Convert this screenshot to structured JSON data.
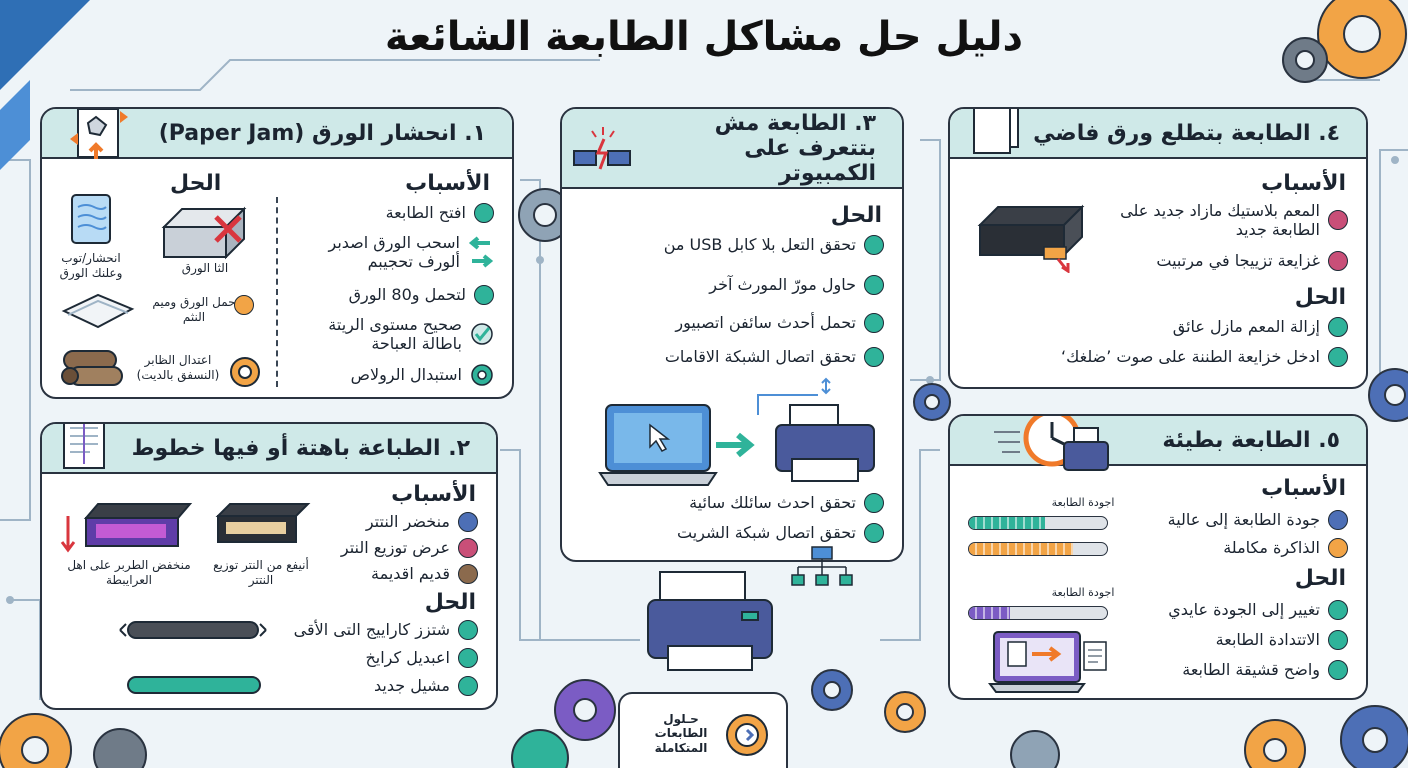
{
  "title": "دليل حل مشاكل الطابعة الشائعة",
  "labels": {
    "causes": "الأسباب",
    "solution": "الحل"
  },
  "panel1": {
    "title": "١. انحشار الورق (Paper Jam)",
    "causes": [
      {
        "text": "افتح الطابعة",
        "icon": "teal-dot"
      },
      {
        "text": "اسحب الورق اصدبر ألورف تحجيبم",
        "icon": "arrows-icon"
      },
      {
        "text": "لتحمل و80 الورق",
        "icon": "teal-dot"
      },
      {
        "text": "صحيح مستوى الريتة باطالة العباحة",
        "icon": "check-icon"
      },
      {
        "text": "استبدال الرولاص",
        "icon": "gear-icon"
      }
    ],
    "solution_items": [
      {
        "caption": "الثا الورق"
      },
      {
        "caption": "حمل الورق وميم النثم"
      },
      {
        "caption": "اعتدال الظابر (النسفق بالديت)"
      }
    ],
    "left_captions": [
      "انحشار/توب وعلنك الورق"
    ]
  },
  "panel2": {
    "title": "٢. الطباعة باهتة أو فيها خطوط",
    "causes": [
      {
        "text": "منخضر النتتر",
        "color": "blue"
      },
      {
        "text": "عرض توزيع النتر",
        "color": "pink"
      },
      {
        "text": "قديم اقديمة",
        "color": "brown"
      }
    ],
    "solution": [
      {
        "text": "شتزز كاراييج التى الأقى"
      },
      {
        "text": "اعبديل كرايخ"
      },
      {
        "text": "مشيل جديد"
      }
    ],
    "captions": [
      "منخفض الطربر على اهل العرايبطة",
      "أنيفع من النتر توزيع النتتر"
    ]
  },
  "panel3": {
    "title": "٣. الطابعة مش بتتعرف على الكمبيوتر",
    "solution": [
      {
        "text": "تحقق التعل بلا كابل USB من"
      },
      {
        "text": "حاول مورّ المورث آخر"
      },
      {
        "text": "تحمل أحدث سائفن اتصبيور"
      },
      {
        "text": "تحقق اتصال الشبكة الاقامات"
      }
    ],
    "solution2": [
      {
        "text": "تحقق احدث سائلك سائية"
      },
      {
        "text": "تحقق اتصال شبكة الشريت"
      }
    ]
  },
  "panel4": {
    "title": "٤. الطابعة بتطلع ورق فاضي",
    "causes": [
      {
        "text": "المعم بلاستيك مازاد جديد على الطابعة جديد"
      },
      {
        "text": "غزايعة تزييجا في مرتبيت"
      }
    ],
    "solution": [
      {
        "text": "إزالة المعم مازل عائق"
      },
      {
        "text": "ادخل خزايعة الطننة على صوت ’ضلغك‘"
      }
    ]
  },
  "panel5": {
    "title": "٥. الطابعة بطيئة",
    "causes": [
      {
        "text": "جودة الطابعة إلى عالية",
        "color": "blue"
      },
      {
        "text": "الذاكرة مكاملة",
        "color": "orange"
      }
    ],
    "solution": [
      {
        "text": "تغيير إلى الجودة عايدي"
      },
      {
        "text": "الاتتدادة الطابعة"
      },
      {
        "text": "واضح قشيقة الطابعة"
      }
    ],
    "bars": [
      {
        "label": "اجودة الطابعة",
        "fill": 0.55,
        "color": "#2fb39a"
      },
      {
        "label": "",
        "fill": 0.75,
        "color": "#f2a446"
      },
      {
        "label": "اجودة الطابعة",
        "fill": 0.3,
        "color": "#7b5cc4"
      }
    ]
  },
  "logo": {
    "text": "حـلول الطابعات المتكاملة"
  },
  "colors": {
    "teal": "#2fb39a",
    "header": "#cfe9e8",
    "outline": "#2a3340",
    "background": "#eef4f8"
  }
}
